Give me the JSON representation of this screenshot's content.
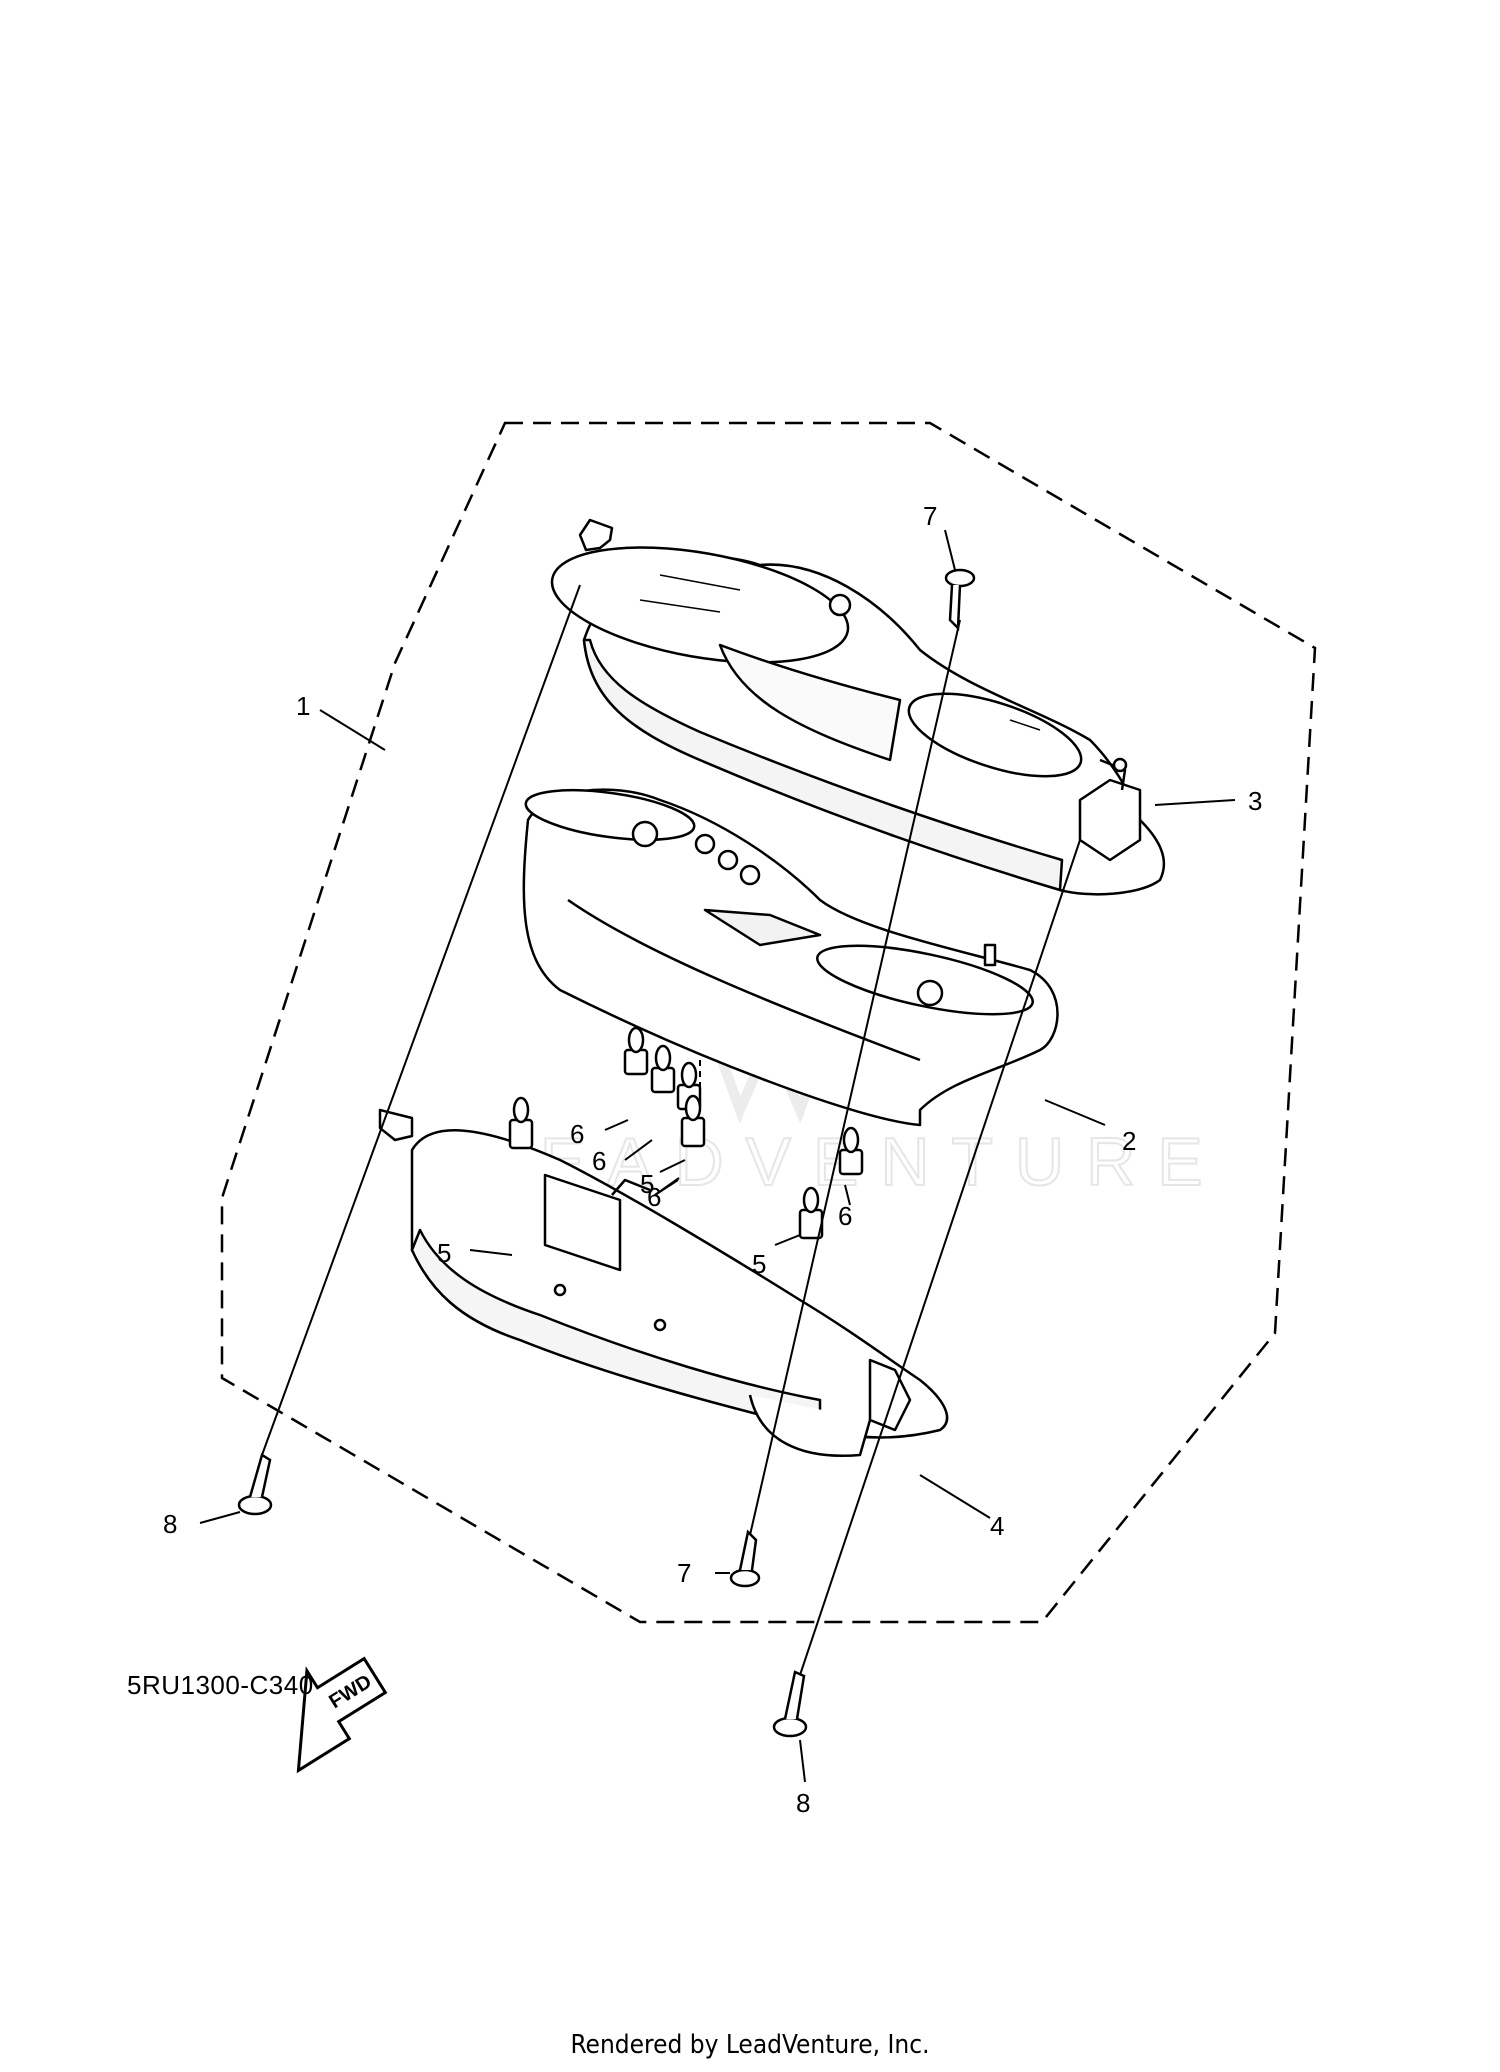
{
  "callouts": [
    {
      "id": "1",
      "text": "1"
    },
    {
      "id": "2",
      "text": "2"
    },
    {
      "id": "3",
      "text": "3"
    },
    {
      "id": "4",
      "text": "4"
    },
    {
      "id": "5a",
      "text": "5"
    },
    {
      "id": "5b",
      "text": "5"
    },
    {
      "id": "5c",
      "text": "5"
    },
    {
      "id": "6a",
      "text": "6"
    },
    {
      "id": "6b",
      "text": "6"
    },
    {
      "id": "6c",
      "text": "6"
    },
    {
      "id": "6d",
      "text": "6"
    },
    {
      "id": "7a",
      "text": "7"
    },
    {
      "id": "7b",
      "text": "7"
    },
    {
      "id": "8a",
      "text": "8"
    },
    {
      "id": "8b",
      "text": "8"
    }
  ],
  "fwd_arrow": {
    "label": "FWD",
    "icon": "fwd-arrow-icon"
  },
  "diagram_code": "5RU1300-C340",
  "watermark": "LEADVENTURE",
  "credit": "Rendered by LeadVenture, Inc.",
  "colors": {
    "line": "#000000",
    "background": "#ffffff",
    "watermark": "#e6e6e6"
  }
}
